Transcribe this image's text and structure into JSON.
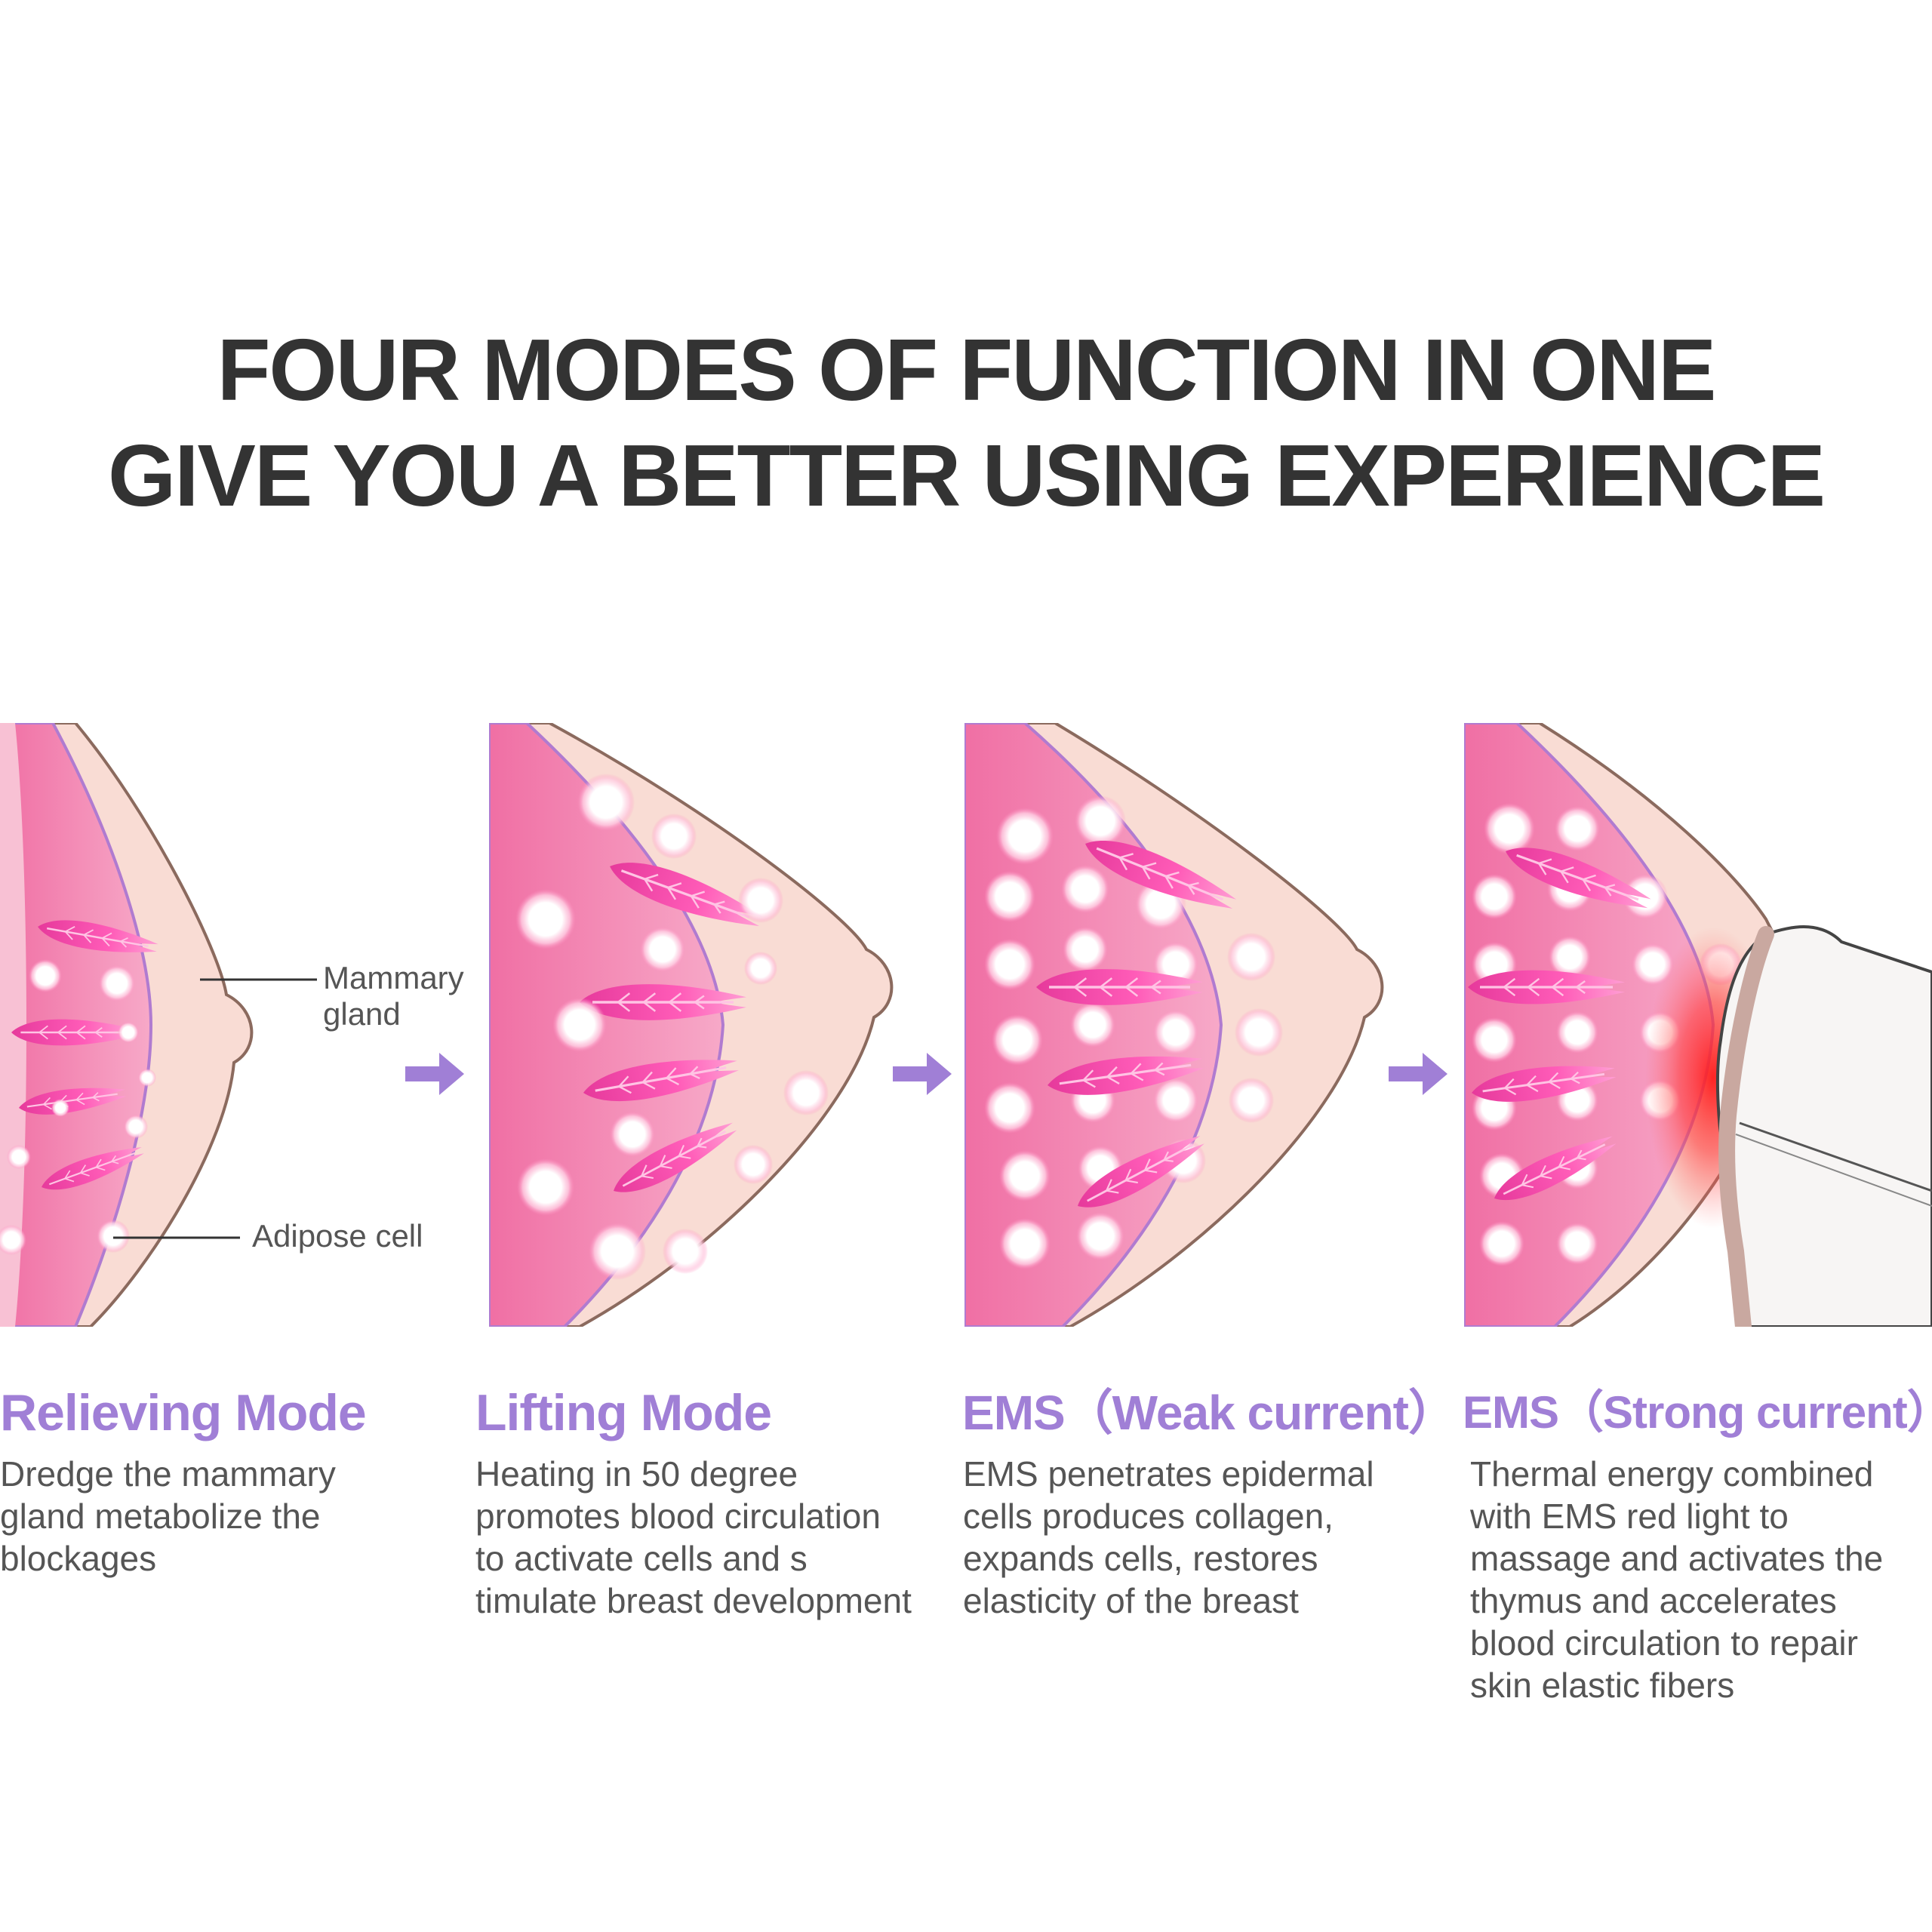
{
  "headline": {
    "line1": "FOUR MODES OF FUNCTION IN ONE",
    "line2": "GIVE YOU A BETTER USING EXPERIENCE"
  },
  "callouts": {
    "mammary": "Mammary\ngland",
    "adipose": "Adipose cell"
  },
  "modes": [
    {
      "title": "Relieving Mode",
      "description": "Dredge the mammary\ngland metabolize the\nblockages"
    },
    {
      "title": "Lifting Mode",
      "description": "Heating in 50 degree\npromotes blood circulation\nto activate cells and s\ntimulate breast development"
    },
    {
      "title": "EMS（Weak current）",
      "description": "EMS penetrates epidermal\ncells produces collagen,\nexpands cells, restores\nelasticity of the breast"
    },
    {
      "title": "EMS（Strong current）",
      "description": "Thermal energy combined\nwith EMS red light to\nmassage and activates the\nthymus and accelerates\nblood circulation to repair\nskin elastic fibers"
    }
  ],
  "icons": [
    "breast-diagram-icon",
    "arrow-right-icon"
  ],
  "colors": {
    "headline": "#333333",
    "accent_purple": "#a07fd6",
    "tissue_pink": "#f48fb1",
    "gland_magenta": "#e6399b",
    "skin": "#f9dcd4",
    "red_light": "#ff2a2a"
  }
}
